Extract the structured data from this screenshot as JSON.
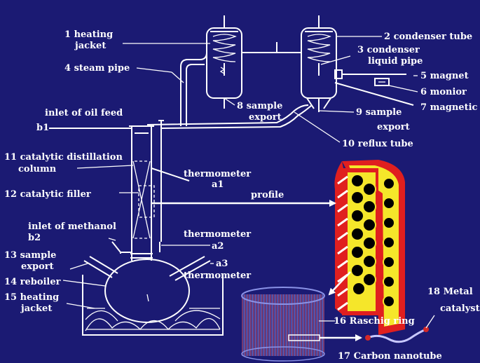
{
  "colors": {
    "background": "#1b1a73",
    "lines": "#ffffff",
    "profile_outer": "#e01f1f",
    "profile_fill": "#f5e62a",
    "rings": "#000000",
    "nanotube_red": "#d42828",
    "mesh_blue": "#5a63c8"
  },
  "labels": {
    "l1": "1  heating",
    "l1b": "jacket",
    "l2": "2  condenser tube",
    "l3": "3  condenser",
    "l3b": "liquid pipe",
    "l4": "4  steam pipe",
    "l5": "5  magnet",
    "l6": "6  monior",
    "l7": "7  magnetic",
    "l8": "8  sample",
    "l8b": "export",
    "l9": "9  sample",
    "l9b": "export",
    "l10": "10  reflux tube",
    "oil": "inlet of oil feed",
    "b1": "b1",
    "l11": "11  catalytic distillation",
    "l11b": "column",
    "therm_a1": "thermometer",
    "a1": "a1",
    "l12": "12  catalytic filler",
    "profile": "profile",
    "meth": "inlet of methanol",
    "b2": "b2",
    "therm_a2": "thermometer",
    "a2": "a2",
    "l13": "13  sample",
    "l13b": "export",
    "a3": "a3",
    "therm_a3": "thermometer",
    "l14": "14  reboiler",
    "l15": "15  heating",
    "l15b": "jacket",
    "l16": "16  Raschig ring",
    "l17": "17  Carbon nanotube",
    "l18": "18  Metal",
    "l18b": "catalyst"
  }
}
